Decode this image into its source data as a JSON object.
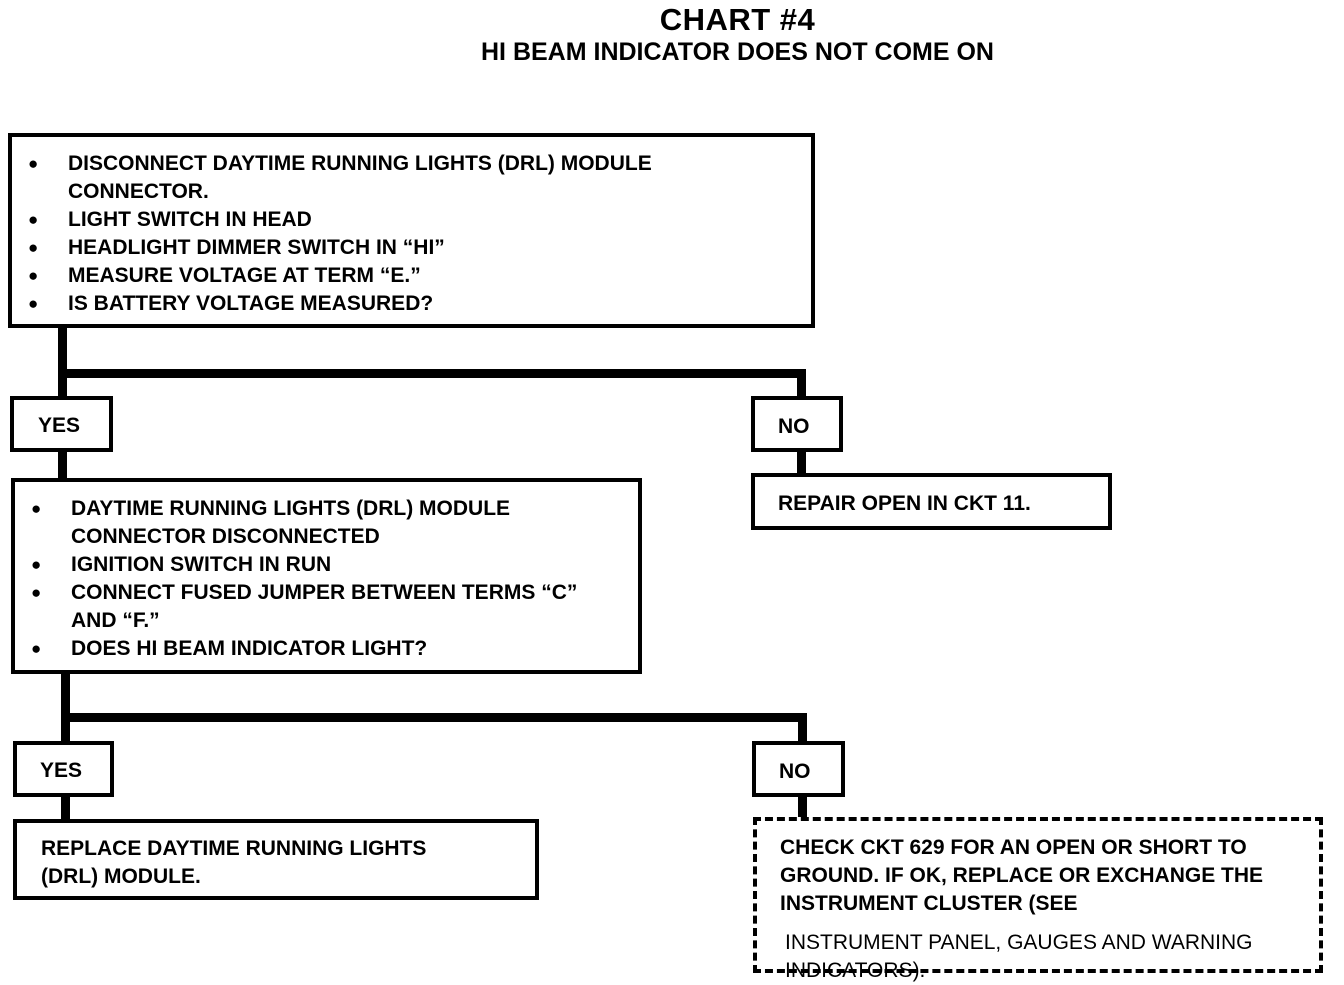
{
  "header": {
    "title": "CHART #4",
    "subtitle": "HI BEAM INDICATOR DOES NOT COME ON"
  },
  "step1": {
    "items": [
      "DISCONNECT DAYTIME RUNNING LIGHTS (DRL) MODULE CONNECTOR.",
      "LIGHT SWITCH IN HEAD",
      "HEADLIGHT DIMMER SWITCH IN “HI”",
      "MEASURE VOLTAGE AT TERM “E.”",
      "IS BATTERY VOLTAGE MEASURED?"
    ]
  },
  "branch1": {
    "yes_label": "YES",
    "no_label": "NO",
    "no_action": "REPAIR OPEN IN CKT 11."
  },
  "step2": {
    "items": [
      "DAYTIME RUNNING LIGHTS (DRL) MODULE CONNECTOR DISCONNECTED",
      "IGNITION SWITCH IN RUN",
      "CONNECT FUSED JUMPER BETWEEN TERMS “C” AND “F.”",
      "DOES HI BEAM INDICATOR LIGHT?"
    ]
  },
  "branch2": {
    "yes_label": "YES",
    "no_label": "NO",
    "yes_action": "REPLACE DAYTIME RUNNING LIGHTS (DRL) MODULE.",
    "no_action": "CHECK CKT 629 FOR AN OPEN OR SHORT TO GROUND. IF OK, REPLACE OR EXCHANGE THE INSTRUMENT CLUSTER (SEE",
    "no_action_cont": "INSTRUMENT PANEL, GAUGES AND WARNING INDICATORS)."
  }
}
